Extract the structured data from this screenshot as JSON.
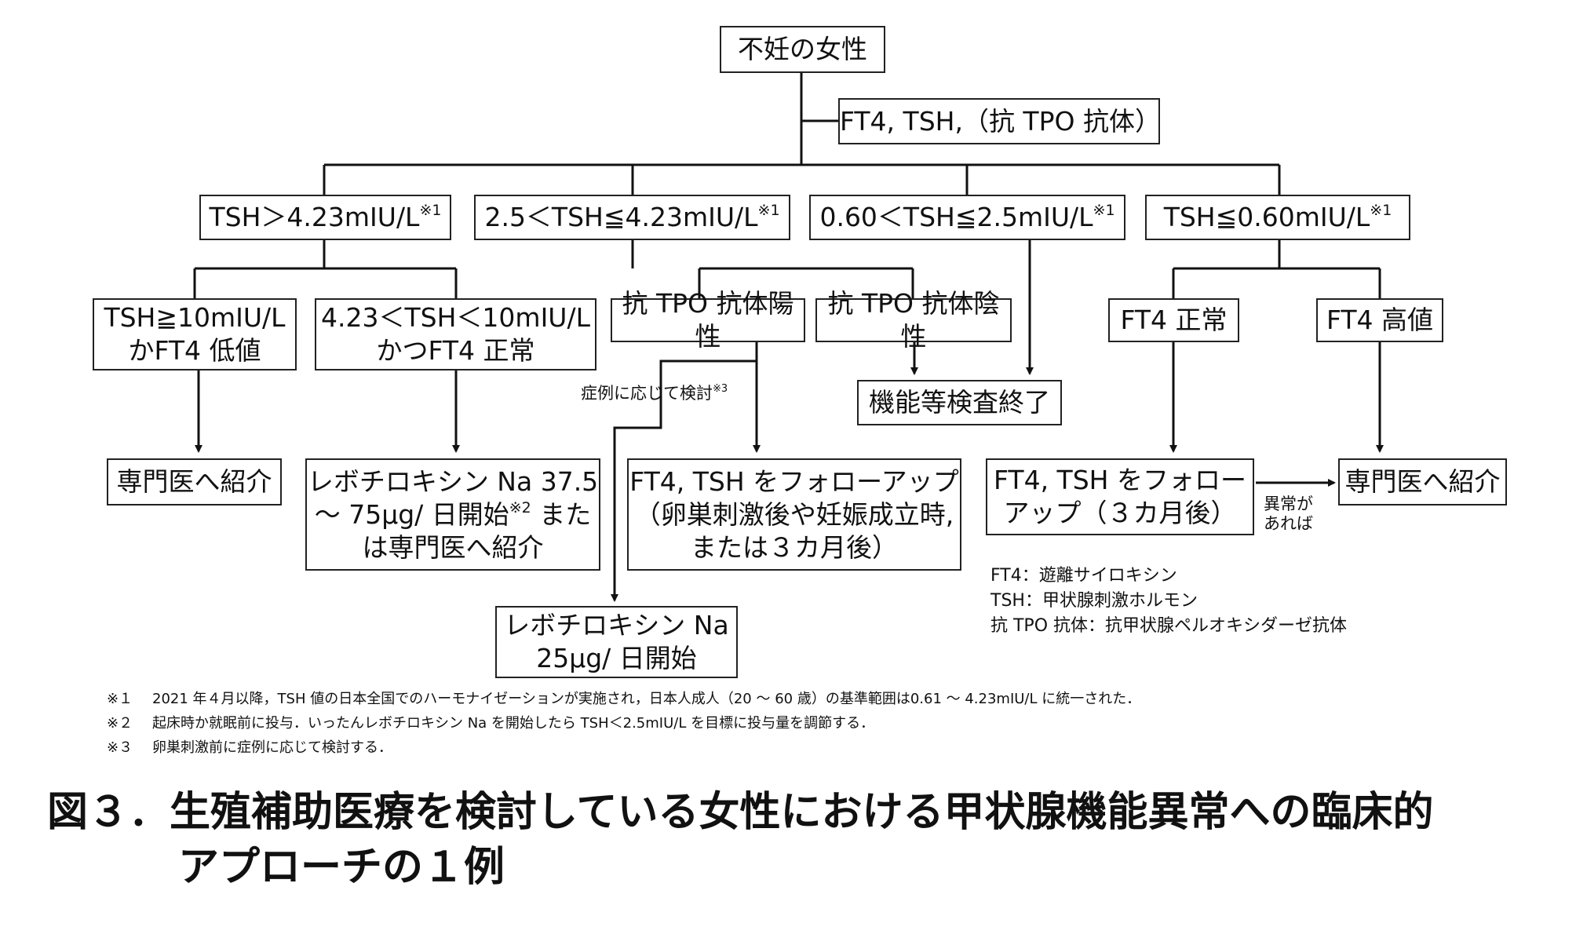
{
  "root": {
    "label": "不妊の女性"
  },
  "test": {
    "label": "FT4, TSH,（抗 TPO 抗体）"
  },
  "branches": {
    "high": {
      "label": "TSH＞4.23mIU/L",
      "sup": "※1"
    },
    "midhigh": {
      "label": "2.5＜TSH≦4.23mIU/L",
      "sup": "※1"
    },
    "normal": {
      "label": "0.60＜TSH≦2.5mIU/L",
      "sup": "※1"
    },
    "low": {
      "label": "TSH≦0.60mIU/L",
      "sup": "※1"
    }
  },
  "nodes": {
    "tsh_ge10": {
      "line1": "TSH≧10mIU/L",
      "line2": "かFT4 低値"
    },
    "tsh_mid": {
      "line1": "4.23＜TSH＜10mIU/L",
      "line2": "かつFT4 正常"
    },
    "tpo_pos": {
      "label": "抗 TPO 抗体陽性"
    },
    "tpo_neg": {
      "label": "抗 TPO 抗体陰性"
    },
    "ft4_normal": {
      "label": "FT4 正常"
    },
    "ft4_high": {
      "label": "FT4 高値"
    },
    "test_end": {
      "label": "機能等検査終了"
    },
    "refer_left": {
      "label": "専門医へ紹介"
    },
    "levo_range": {
      "line1": "レボチロキシン Na 37.5",
      "line2a": "～ 75µg/ 日開始",
      "line2sup": "※2",
      "line2b": " また",
      "line3": "は専門医へ紹介"
    },
    "follow_mid": {
      "line1": "FT4, TSH をフォローアップ",
      "line2": "（卵巣刺激後や妊娠成立時,",
      "line3": "または３カ月後）"
    },
    "follow_right": {
      "line1": "FT4, TSH をフォロー",
      "line2": "アップ（３カ月後）"
    },
    "refer_right": {
      "label": "専門医へ紹介"
    },
    "levo25": {
      "line1": "レボチロキシン Na",
      "line2": "25µg/ 日開始"
    }
  },
  "edge_labels": {
    "case_by_case": {
      "label": "症例に応じて検討",
      "sup": "※3"
    },
    "if_abnormal": {
      "line1": "異常が",
      "line2": "あれば"
    }
  },
  "abbreviations": [
    "FT4：遊離サイロキシン",
    "TSH：甲状腺刺激ホルモン",
    "抗 TPO 抗体：抗甲状腺ペルオキシダーゼ抗体"
  ],
  "footnotes": [
    {
      "mark": "※１",
      "text": "2021 年４月以降，TSH 値の日本全国でのハーモナイゼーションが実施され，日本人成人（20 ～ 60 歳）の基準範囲は0.61 ～ 4.23mIU/L に統一された．"
    },
    {
      "mark": "※２",
      "text": "起床時か就眠前に投与．いったんレボチロキシン Na を開始したら TSH＜2.5mIU/L を目標に投与量を調節する．"
    },
    {
      "mark": "※３",
      "text": "卵巣刺激前に症例に応じて検討する．"
    }
  ],
  "caption": {
    "line1": "図３．生殖補助医療を検討している女性における甲状腺機能異常への臨床的",
    "line2": "アプローチの１例"
  }
}
